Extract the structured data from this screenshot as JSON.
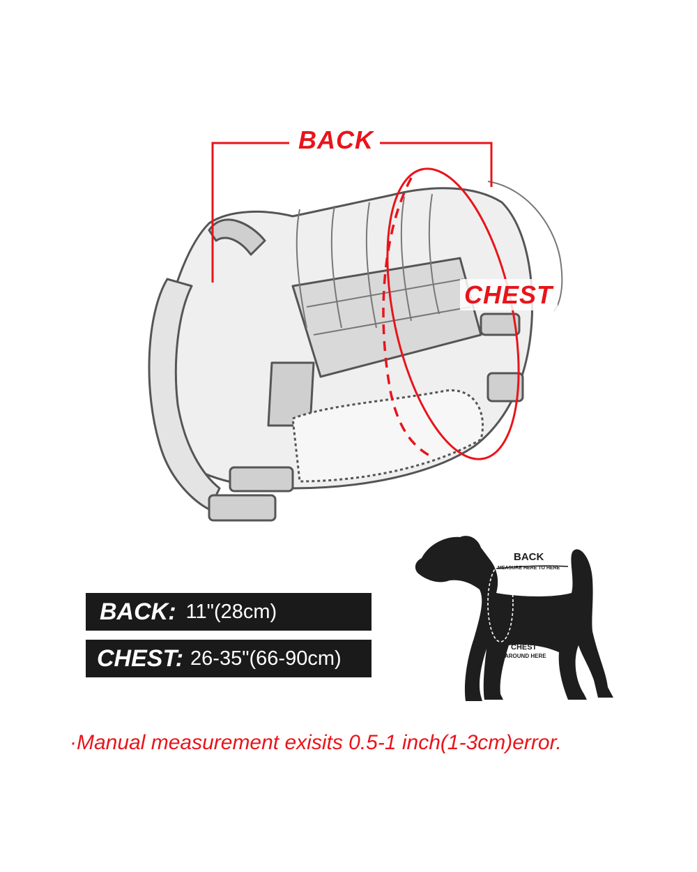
{
  "harness_labels": {
    "back": "BACK",
    "chest": "CHEST"
  },
  "measurements": [
    {
      "label": "BACK:",
      "value": "11\"(28cm)"
    },
    {
      "label": "CHEST:",
      "value": "26-35\"(66-90cm)"
    }
  ],
  "dog_diagram": {
    "back_label": "BACK",
    "back_hint": "MEASURE HERE TO HERE",
    "chest_label": "CHEST",
    "chest_hint": "AROUND HERE"
  },
  "footnote": "·Manual measurement exisits 0.5-1 inch(1-3cm)error.",
  "colors": {
    "accent": "#e8141b",
    "bar": "#1a1a1a",
    "dog": "#1e1e1e"
  }
}
